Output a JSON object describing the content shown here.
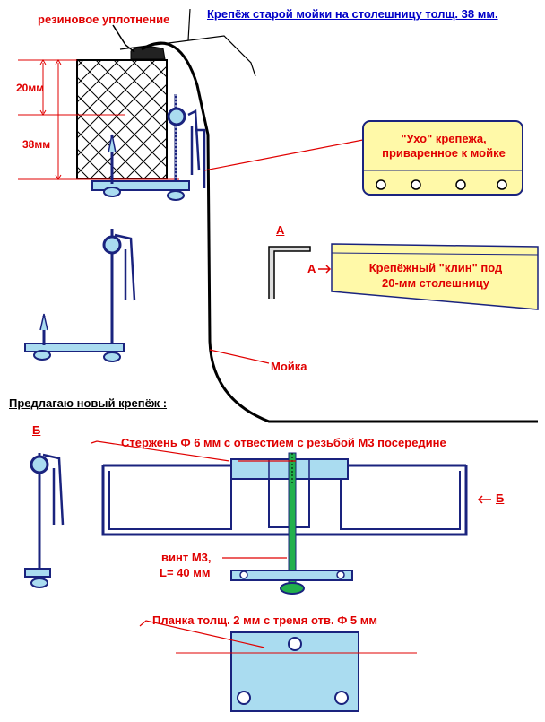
{
  "labels": {
    "title": "Крепёж старой мойки на столешницу толщ. 38 мм.",
    "rubber_seal": "резиновое уплотнение",
    "dim_20": "20мм",
    "dim_38": "38мм",
    "ear_line1": "\"Ухо\" крепежа,",
    "ear_line2": "приваренное к мойке",
    "letter_a_top": "А",
    "letter_a_side": "А",
    "wedge_line1": "Крепёжный \"клин\"  под",
    "wedge_line2": "20-мм столешницу",
    "sink": "Мойка",
    "proposal": "Предлагаю новый крепёж :",
    "letter_b_left": "Б",
    "rod": "Стержень Ф 6 мм с отвестием с резьбой М3 посередине",
    "letter_b_right": "Б",
    "screw_line1": "винт М3,",
    "screw_line2": "L= 40 мм",
    "plate": "Планка толщ. 2 мм с тремя отв. Ф 5 мм"
  },
  "colors": {
    "label_red": "#e00000",
    "stroke_blue": "#1a237e",
    "part_fill_cyan": "#aadcf0",
    "part_fill_yellow": "#fff9a8",
    "bolt_green": "#22b04c"
  }
}
